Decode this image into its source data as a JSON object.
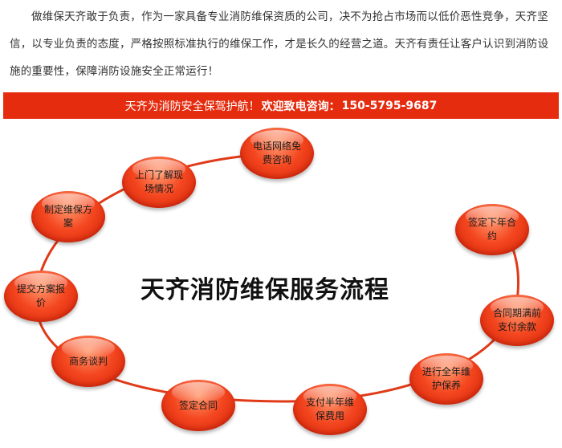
{
  "intro_text": "做维保天齐敢于负责，作为一家具备专业消防维保资质的公司，决不为抢占市场而以低价恶性竞争，天齐坚信，以专业负责的态度，严格按照标准执行的维保工作，才是长久的经营之道。天齐有责任让客户认识到消防设施的重要性，保障消防设施安全正常运行！",
  "banner": {
    "text": "天齐为消防安全保驾护航！",
    "call": "欢迎致电咨询：",
    "phone": "150-5795-9687"
  },
  "diagram": {
    "title": "天齐消防维保服务流程",
    "steps": [
      "电话网络免费咨询",
      "上门了解现场情况",
      "制定维保方案",
      "提交方案报价",
      "商务谈判",
      "签定合同",
      "支付半年维保费用",
      "进行全年维护保养",
      "合同期满前支付余款",
      "签定下年合约"
    ]
  },
  "colors": {
    "banner_bg": "#e52c0f",
    "node": "#f4461f",
    "ring": "#e03a18"
  }
}
